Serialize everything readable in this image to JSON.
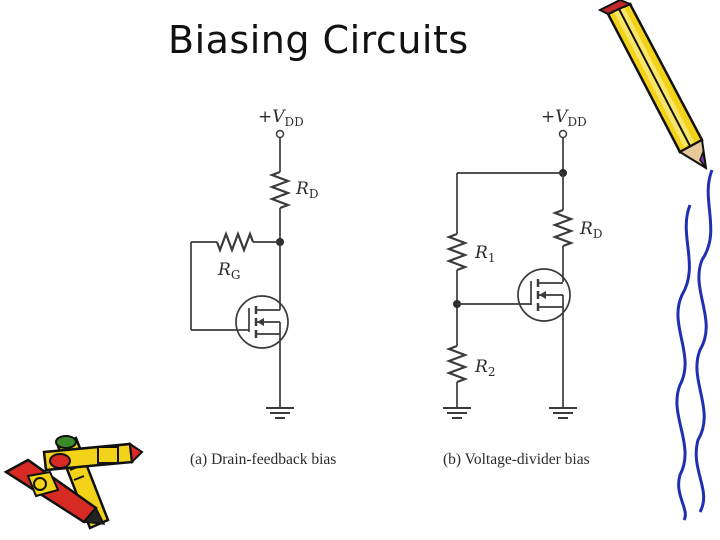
{
  "slide": {
    "title": "Biasing Circuits"
  },
  "circuit_a": {
    "supply_label": "+V",
    "supply_sub": "DD",
    "rd_label": "R",
    "rd_sub": "D",
    "rg_label": "R",
    "rg_sub": "G",
    "caption": "(a)  Drain-feedback bias"
  },
  "circuit_b": {
    "supply_label": "+V",
    "supply_sub": "DD",
    "rd_label": "R",
    "rd_sub": "D",
    "r1_label": "R",
    "r1_sub": "1",
    "r2_label": "R",
    "r2_sub": "2",
    "caption": "(b)  Voltage-divider bias"
  },
  "decorations": {
    "pencil_icon": "pencil-icon",
    "crayons_icon": "crayons-icon"
  },
  "colors": {
    "pencil_yellow": "#f3d21a",
    "pencil_tip": "#7a3db8",
    "crayon_red": "#d62a22",
    "crayon_green": "#3a8a2a",
    "border_blue": "#1f2fb0"
  }
}
